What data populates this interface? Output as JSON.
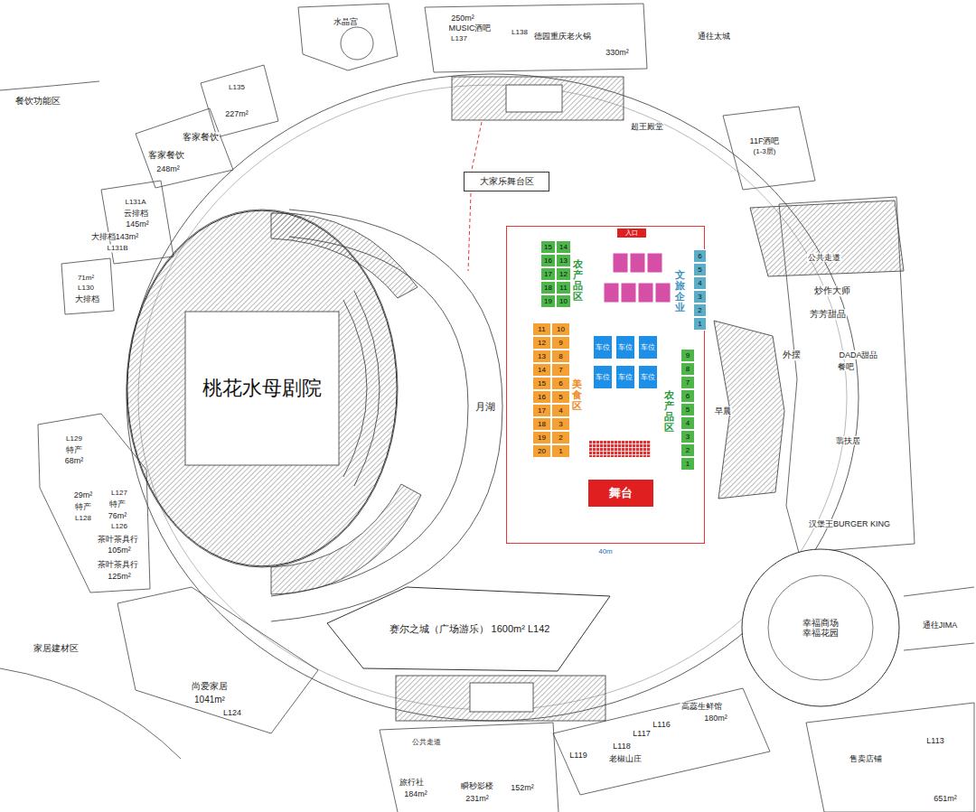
{
  "diagram": {
    "nodes": [
      {
        "text": [
          "大家乐舞台区"
        ]
      },
      {
        "text": [
          "桃花水母剧院"
        ]
      },
      {
        "text": [
          "40m"
        ]
      },
      {
        "text": [
          "入口"
        ],
        "in": 2
      },
      {
        "text": [
          "15"
        ],
        "in": 2
      },
      {
        "text": [
          "16"
        ],
        "in": 2
      },
      {
        "text": [
          "17"
        ],
        "in": 2
      },
      {
        "text": [
          "18"
        ],
        "in": 2
      },
      {
        "text": [
          "19"
        ],
        "in": 2
      },
      {
        "text": [
          "14"
        ],
        "in": 2
      },
      {
        "text": [
          "13"
        ],
        "in": 2
      },
      {
        "text": [
          "12"
        ],
        "in": 2
      },
      {
        "text": [
          "11"
        ],
        "in": 2
      },
      {
        "text": [
          "10"
        ],
        "in": 2
      },
      {
        "text": [
          "11"
        ],
        "in": 2
      },
      {
        "text": [
          "12"
        ],
        "in": 2
      },
      {
        "text": [
          "13"
        ],
        "in": 2
      },
      {
        "text": [
          "14"
        ],
        "in": 2
      },
      {
        "text": [
          "15"
        ],
        "in": 2
      },
      {
        "text": [
          "16"
        ],
        "in": 2
      },
      {
        "text": [
          "17"
        ],
        "in": 2
      },
      {
        "text": [
          "18"
        ],
        "in": 2
      },
      {
        "text": [
          "19"
        ],
        "in": 2
      },
      {
        "text": [
          "20"
        ],
        "in": 2
      },
      {
        "text": [
          "10"
        ],
        "in": 2
      },
      {
        "text": [
          "9"
        ],
        "in": 2
      },
      {
        "text": [
          "8"
        ],
        "in": 2
      },
      {
        "text": [
          "7"
        ],
        "in": 2
      },
      {
        "text": [
          "6"
        ],
        "in": 2
      },
      {
        "text": [
          "5"
        ],
        "in": 2
      },
      {
        "text": [
          "4"
        ],
        "in": 2
      },
      {
        "text": [
          "3"
        ],
        "in": 2
      },
      {
        "text": [
          "2"
        ],
        "in": 2
      },
      {
        "text": [
          "1"
        ],
        "in": 2
      },
      {
        "text": [
          "6"
        ],
        "in": 2
      },
      {
        "text": [
          "5"
        ],
        "in": 2
      },
      {
        "text": [
          "4"
        ],
        "in": 2
      },
      {
        "text": [
          "3"
        ],
        "in": 2
      },
      {
        "text": [
          "2"
        ],
        "in": 2
      },
      {
        "text": [
          "1"
        ],
        "in": 2
      },
      {
        "text": [
          "车位"
        ],
        "in": 2
      },
      {
        "text": [
          "车位"
        ],
        "in": 2
      },
      {
        "text": [
          "车位"
        ],
        "in": 2
      },
      {
        "text": [
          "车位"
        ],
        "in": 2
      },
      {
        "text": [
          "车位"
        ],
        "in": 2
      },
      {
        "text": [
          "车位"
        ],
        "in": 2
      },
      {
        "text": [
          "9"
        ],
        "in": 2
      },
      {
        "text": [
          "8"
        ],
        "in": 2
      },
      {
        "text": [
          "7"
        ],
        "in": 2
      },
      {
        "text": [
          "6"
        ],
        "in": 2
      },
      {
        "text": [
          "5"
        ],
        "in": 2
      },
      {
        "text": [
          "4"
        ],
        "in": 2
      },
      {
        "text": [
          "3"
        ],
        "in": 2
      },
      {
        "text": [
          "2"
        ],
        "in": 2
      },
      {
        "text": [
          "1"
        ],
        "in": 2
      },
      {
        "text": [
          "舞台"
        ],
        "in": 2
      },
      {
        "text": [
          "赛尔之城（广场游乐） 1600m² L142"
        ]
      },
      {
        "text": [
          "幸福商场",
          "幸福花园"
        ]
      }
    ],
    "labels": [
      "250m²",
      "MUSIC酒吧",
      "L137",
      "L138",
      "德园重庆老火锅",
      "330m²",
      "水晶宫",
      "通往太城",
      "餐饮功能区",
      "L135",
      "227m²",
      "客家餐饮",
      "客家餐饮",
      "248m²",
      "L131A",
      "云排档",
      "145m²",
      "大排档143m²",
      "L131B",
      "71m²",
      "L130",
      "大排档",
      "超王殿堂",
      "11F酒吧",
      "(1-3层)",
      "公共走道",
      "炒作大师",
      "芳芳甜品",
      "外摆",
      "DADA甜品",
      "餐吧",
      "早晨",
      "翡扶居",
      "汉堡王BURGER KING",
      "通往JIMA",
      "L129",
      "特产",
      "68m²",
      "29m²",
      "特产",
      "L128",
      "L127",
      "特产",
      "76m²",
      "L126",
      "茶叶茶具行",
      "105m²",
      "茶叶茶具行",
      "125m²",
      "家居建材区",
      "尚爱家居",
      "1041m²",
      "L124",
      "公共走道",
      "旅行社",
      "184m²",
      "瞬秒影楼",
      "231m²",
      "152m²",
      "L119",
      "L118",
      "老椒山庄",
      "L117",
      "L116",
      "高蕊生鲜馆",
      "180m²",
      "售卖店铺",
      "L113",
      "651m²",
      "月湖",
      "农产品区",
      "美食区",
      "文旅企业",
      "农产品区"
    ]
  }
}
